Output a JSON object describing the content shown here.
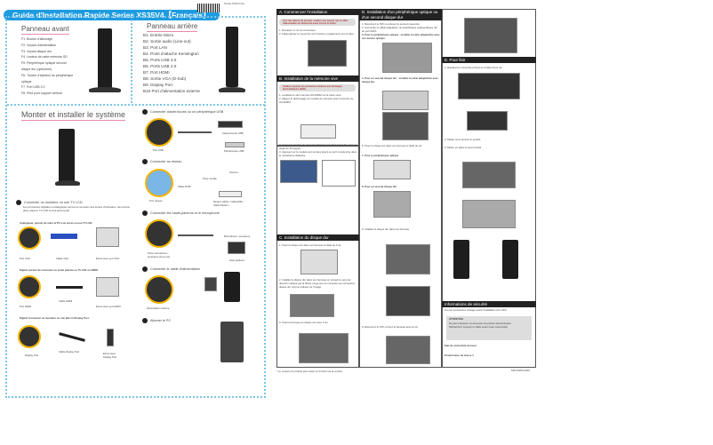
{
  "title": "Guide d'Installation Rapide Series XS35V4【Français】",
  "barcode_text": "Shuttle XS35V4 QIG",
  "front": {
    "heading": "Panneau avant",
    "items": [
      "F1. Bouton d'allumage",
      "F2. Voyant d'alimentation",
      "F3. Voyant disque dur",
      "F4. Lecteur de carte mémoire SD",
      "F5. Périphérique optique second disque dur (optionnel)",
      "F6. Touche d'éjection du périphérique optique",
      "F7. Port USB 2.0",
      "F8. Pied pour support vertical"
    ]
  },
  "rear": {
    "heading": "Panneau arrière",
    "items": [
      "B1. Entrée Micro",
      "B2. Sortie audio (Line-out)",
      "B3. Port LAN",
      "B4. Point d'attache Kensington",
      "B5. Ports USB 3.0",
      "B6. Ports USB 2.0",
      "B7. Port HDMI",
      "B8. Sortie VGA (D-Sub)",
      "B9. Display Port",
      "B10 Port d'alimentation externe"
    ]
  },
  "install": {
    "heading": "Monter et installer le système",
    "step1": "Connecter un moniteur ou une TV LCD",
    "step1_desc": "Les connexions digitales et analogiques servent à connecter des écrans d'ordinateur, des écrans plats, plasma, TV LCD ou tout autre écran.",
    "analog": "Analogique: permet de relier le PC à un écran ou une TV LCD.",
    "hdmi": "Digital: permet de connecter un écran plasma ou TV LDC en HDMI.",
    "dp": "Digital: Connecter un moniteur ou une télé en Display Port.",
    "labels": {
      "vga_port": "Port VGA",
      "vga_cable": "Câble VGA",
      "vga_screen": "Écran avec port VGA",
      "hdmi_port": "Port HDMI",
      "hdmi_cable": "Câble HDMI",
      "hdmi_screen": "Écran avec port HDMI",
      "dp_port": "Display Port",
      "dp_cable": "Câble Display Port",
      "dp_screen": "Écran avec Display Port"
    },
    "step2": "Connecter clavier/souris ou un périphérique USB",
    "step2_labels": [
      "Port USB",
      "Clavier/souris USB",
      "Périphérique USB"
    ],
    "step3": "Connecter au réseau",
    "step3_labels": [
      "Port réseau",
      "Câble RJ45",
      "Prise murale",
      "Internet",
      "Modem ADSL / Câble/DSL / Câble Modem"
    ],
    "step4": "Connecter les hauts-parleurs et le microphone",
    "step4_labels": [
      "Prise microphone / écouteurs (Line-out)",
      "Microphone / écouteurs",
      "Haut-parleurs"
    ],
    "step5": "Connecter le câble d'alimentation",
    "step5_labels": [
      "Alimentation externe"
    ],
    "step6": "Allumer le PC"
  },
  "sections": {
    "A": {
      "title": "A. Commencer l'installation",
      "warn": "Pour des raisons de sécurité, veuillez vous assurer que le câble d'alimentation est débranché avant d'ouvrir le boîtier.",
      "steps": [
        "1. Dévissez un vis du connecteur.",
        "2. Faites glisser le couvercle vers l'arrière et également vers le haut."
      ]
    },
    "B": {
      "title": "B. Installation de la mémoire vive",
      "warn": "Veuillez respecter les précautions relatives aux décharges électrostatiques (ESD).",
      "steps": [
        "1. Localisez le slot mémoire SO-DIMM sur la carte mère.",
        "2. Alignez le détrompage du module de mémoire avec l'encoche du slot DIMM.",
        "3. Insérez le module de mémoire délicatement dans l'encoche avec un angle de 45 degrés.",
        "4. Appuyez sur le module vers le bas jusqu'à ce qu'il s'enclenche dans le mécanisme d'attache."
      ]
    },
    "C": {
      "title": "C. Installation du disque dur",
      "steps": [
        "1. Fixez le disque dur dans son berceau à l'aide de 4 vis.",
        "2. Installez le disque dur dans son berceau en suivant le sens de direction indiqué par la flèche rouge pour le connecter au connecteur disque dur comme indiqué sur l'image.",
        "3. Fixez le berceau du disque dur avec 3 vis."
      ]
    },
    "D": {
      "title": "D. Installation d'un périphérique optique ou d'un second disque dur",
      "steps": [
        "1. Retournez le XPC et enlevez le second couvercle.",
        "2. Connectez le câble adaptateur du périphérique optique/disque dur au port SATA.",
        "3. Pour le périphérique optique : installer la carte adaptatrice avec son lecteur optique.",
        "4. Pour un second disque dur : installer la carte adaptatrice avec disque dur.",
        "5. Fixez le disque dur dans son berceau à l'aide de vis.",
        "6. Installez le disque dur dans son berceau.",
        "7. Pour le périphérique optique",
        "8. Pour un second disque dur",
        "9. Retournez le XPC et fixez le berceau avec la vis."
      ]
    },
    "E": {
      "title": "E. Pour finir",
      "steps": [
        "1. Replacez le couvercle et fixez-le à l'aide d'une vis.",
        "2. Mettez sous tension le produit.",
        "3. Mettre en place le pied vertical"
      ]
    },
    "F": {
      "title": "Informations de sécurité",
      "intro": "Lire les précautions d'usage avant l'installation d'un XPC.",
      "attention": "ATTENTION",
      "lines": [
        "Ne pas manipuler ou démonter les parties électroniques.",
        "Débranchez toujours le câble avant toute intervention."
      ],
      "laser": "Etat de conformité du laser",
      "footer": "Produit laser de classe 1"
    },
    "note": "* Le contenu du produit peut varier en fonction de la version."
  },
  "part_number": "53R-XS35V4-6001"
}
